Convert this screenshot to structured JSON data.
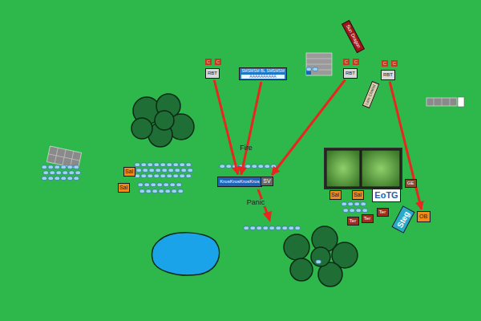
{
  "diagram": {
    "nodes": [
      {
        "text": [
          "Sun Dragon"
        ]
      },
      {
        "text": [
          "RBT"
        ]
      },
      {
        "text": [
          "SMSMSM BL SMSMSM",
          "AAAAAAAAAA"
        ]
      },
      {
        "text": [
          "RBT"
        ]
      },
      {
        "text": [
          "RBT"
        ]
      },
      {
        "text": [
          "Lion Chariot"
        ]
      },
      {
        "text": [
          "Sal"
        ]
      },
      {
        "text": [
          "Sal"
        ]
      },
      {
        "text": [
          "KrosKrosKrosKros"
        ]
      },
      {
        "text": [
          "SV"
        ]
      },
      {
        "text": [
          "GE"
        ]
      },
      {
        "text": [
          "Sal"
        ]
      },
      {
        "text": [
          "Sal"
        ]
      },
      {
        "text": [
          "EoTG"
        ]
      },
      {
        "text": [
          "Ter"
        ]
      },
      {
        "text": [
          "Ter"
        ]
      },
      {
        "text": [
          "Ter"
        ]
      },
      {
        "text": [
          "Steg"
        ]
      },
      {
        "text": [
          "OB"
        ]
      }
    ],
    "edges": [
      {
        "from": 1,
        "to": 8,
        "arrow": "to"
      },
      {
        "from": 2,
        "to": 8,
        "arrow": "to"
      },
      {
        "from": 3,
        "to": 9,
        "arrow": "to"
      },
      {
        "from": 4,
        "to": 18,
        "arrow": "to"
      }
    ],
    "labels": [
      "C",
      "C",
      "C",
      "C",
      "C",
      "C",
      "Fire",
      "Panic"
    ]
  }
}
